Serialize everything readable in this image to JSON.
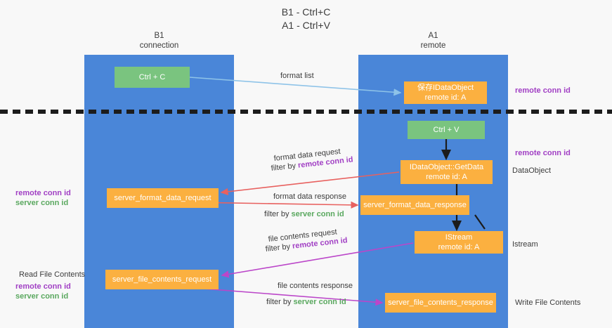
{
  "title": {
    "line1": "B1 - Ctrl+C",
    "line2": "A1 - Ctrl+V"
  },
  "lanes": [
    {
      "id": "b1",
      "name": "B1",
      "subtitle": "connection",
      "color": "#4a86d8"
    },
    {
      "id": "a1",
      "name": "A1",
      "subtitle": "remote",
      "color": "#4a86d8"
    }
  ],
  "colors": {
    "lane_blue": "#4a86d8",
    "green_box": "#7ac47f",
    "orange_box": "#fbb040",
    "purple_text": "#a13fc4",
    "green_text": "#5aa85f",
    "red_arrow": "#e8615f",
    "purple_arrow": "#bb46c9",
    "blue_arrow": "#8ec3e8",
    "black_arrow": "#1c1c1c",
    "background": "#f8f8f8"
  },
  "nodes": {
    "ctrl_c": {
      "label": "Ctrl + C",
      "lane": "b1",
      "style": "green"
    },
    "idataobject": {
      "line1": "保存IDataObject",
      "line2": "remote id: A",
      "lane": "a1",
      "style": "orange"
    },
    "ctrl_v": {
      "label": "Ctrl + V",
      "lane": "a1",
      "style": "green"
    },
    "getdata": {
      "line1": "IDataObject::GetData",
      "line2": "remote id: A",
      "lane": "a1",
      "style": "orange"
    },
    "server_format_data_request": {
      "label": "server_format_data_request",
      "lane": "b1",
      "style": "orange"
    },
    "server_format_data_response": {
      "label": "server_format_data_response",
      "lane": "a1",
      "style": "orange"
    },
    "istream": {
      "line1": "IStream",
      "line2": "remote id: A",
      "lane": "a1",
      "style": "orange"
    },
    "server_file_contents_request": {
      "label": "server_file_contents_request",
      "lane": "b1",
      "style": "orange"
    },
    "server_file_contents_response": {
      "label": "server_file_contents_response",
      "lane": "a1",
      "style": "orange"
    }
  },
  "edge_labels": {
    "format_list": "format list",
    "format_data_request": "format data request",
    "format_data_request_filter_prefix": "filter by ",
    "format_data_request_filter_key": "remote conn id",
    "format_data_response": "format data response",
    "format_data_response_filter_prefix": "filter by ",
    "format_data_response_filter_key": "server conn id",
    "file_contents_request": "file contents request",
    "file_contents_request_filter_prefix": "filter by ",
    "file_contents_request_filter_key": "remote conn id",
    "file_contents_response": "file contents response",
    "file_contents_response_filter_prefix": "filter by ",
    "file_contents_response_filter_key": "server conn id"
  },
  "side_labels": {
    "right_remote_conn_id_top": "remote conn id",
    "right_remote_conn_id_mid": "remote conn id",
    "right_dataobject": "DataObject",
    "right_istream": "Istream",
    "right_write_file_contents": "Write File Contents",
    "left_remote_conn_id_mid": "remote conn id",
    "left_server_conn_id_mid": "server conn id",
    "left_read_file_contents": "Read File Contents",
    "left_remote_conn_id_bottom": "remote conn id",
    "left_server_conn_id_bottom": "server conn id"
  }
}
